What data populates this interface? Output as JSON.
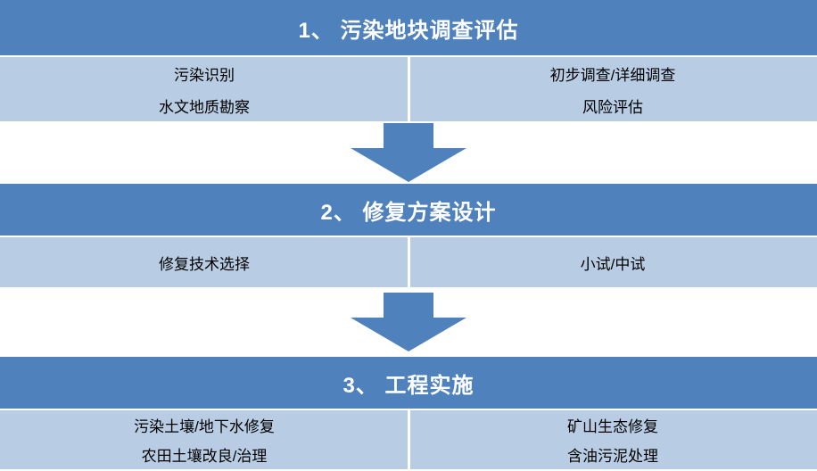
{
  "diagram": {
    "stages": [
      {
        "title": "1、 污染地块调查评估",
        "rows": [
          {
            "left": "污染识别",
            "right": "初步调查/详细调查"
          },
          {
            "left": "水文地质勘察",
            "right": "风险评估"
          }
        ]
      },
      {
        "title": "2、 修复方案设计",
        "rows": [
          {
            "left": "修复技术选择",
            "right": "小试/中试"
          }
        ]
      },
      {
        "title": "3、 工程实施",
        "rows": [
          {
            "left": "污染土壤/地下水修复",
            "right": "矿山生态修复"
          },
          {
            "left": "农田土壤改良/治理",
            "right": "含油污泥处理"
          }
        ]
      }
    ],
    "colors": {
      "header_bg": "#4f81bd",
      "band_bg": "#b8cce4",
      "arrow_fill": "#4f81bd",
      "header_text": "#ffffff",
      "item_text": "#000000",
      "divider": "#ffffff"
    }
  }
}
